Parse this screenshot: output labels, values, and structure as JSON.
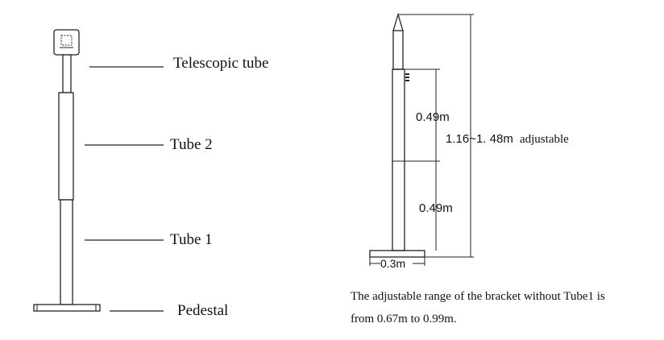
{
  "left_labels": {
    "telescopic_tube": "Telescopic tube",
    "tube_2": "Tube 2",
    "tube_1": "Tube 1",
    "pedestal": "Pedestal"
  },
  "dimensions": {
    "upper_section": "0.49m",
    "lower_section": "0.49m",
    "base_width": "0.3m",
    "total_height_value": "1.16~1. 48m",
    "total_height_suffix": "adjustable"
  },
  "note": {
    "line1": "The adjustable range of the bracket without Tube1 is",
    "line2": "from 0.67m to 0.99m."
  }
}
